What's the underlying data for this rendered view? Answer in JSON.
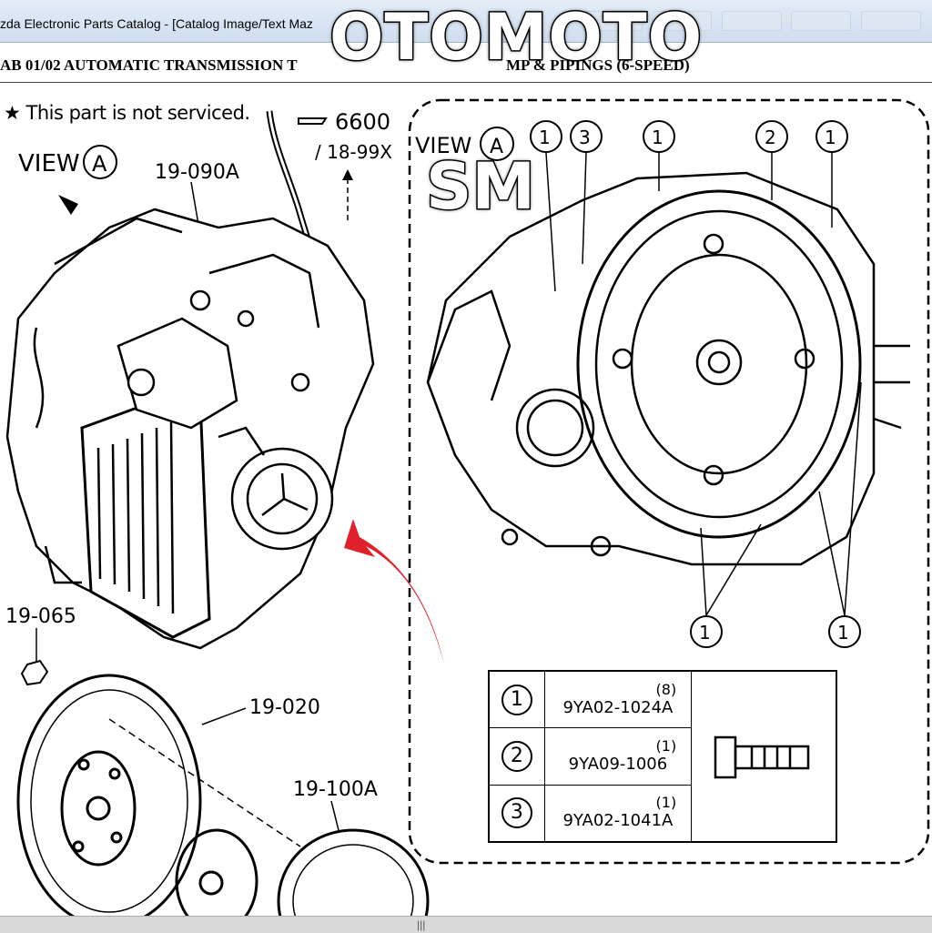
{
  "window": {
    "title": "zda Electronic Parts Catalog - [Catalog Image/Text Maz"
  },
  "diagram": {
    "title": "AB 01/02 AUTOMATIC TRANSMISSION T",
    "title_suffix": "MP & PIPINGS (6-SPEED)",
    "note": "★ This part is not serviced.",
    "view_label": "VIEW",
    "view_letter": "A",
    "ref_code": "6600",
    "ref_sub": "/ 18-99X",
    "parts_left": [
      "19-090A",
      "19-065",
      "19-020",
      "19-100A"
    ],
    "callout_nums": [
      "1",
      "3",
      "1",
      "2",
      "1",
      "1",
      "1"
    ]
  },
  "overlay": {
    "brand": "OTOMOTO",
    "mark": "SM"
  },
  "parts_table": {
    "rows": [
      {
        "num": "1",
        "qty": "(8)",
        "code": "9YA02-1024A"
      },
      {
        "num": "2",
        "qty": "(1)",
        "code": "9YA09-1006"
      },
      {
        "num": "3",
        "qty": "(1)",
        "code": "9YA02-1041A"
      }
    ]
  },
  "colors": {
    "arrow": "#e0202a",
    "titlebar": "#d7e3f2",
    "line": "#000000"
  },
  "statusbar": {
    "grip": "|||"
  }
}
